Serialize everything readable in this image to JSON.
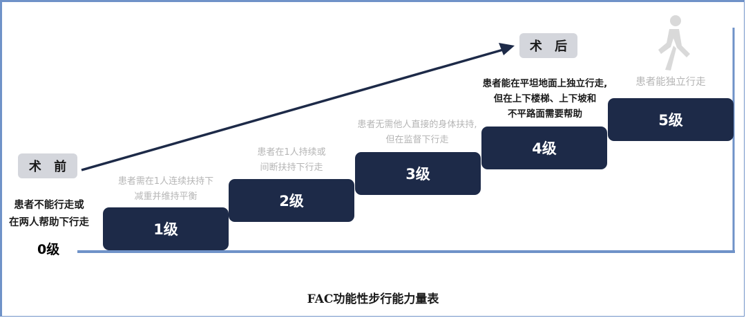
{
  "title": "FAC功能性步行能力量表",
  "pre_tag": "术 前",
  "post_tag": "术 后",
  "level0": {
    "label": "0级",
    "desc_line1": "患者不能行走或",
    "desc_line2": "在两人帮助下行走"
  },
  "levels": [
    {
      "label": "1级",
      "desc_line1": "患者需在1人连续扶持下",
      "desc_line2": "减重并维持平衡"
    },
    {
      "label": "2级",
      "desc_line1": "患者在1人持续或",
      "desc_line2": "间断扶持下行走"
    },
    {
      "label": "3级",
      "desc_line1": "患者无需他人直接的身体扶持,",
      "desc_line2": "但在监督下行走"
    },
    {
      "label": "4级",
      "desc_line1": "患者能在平坦地面上独立行走,",
      "desc_line2": "但在上下楼梯、上下坡和",
      "desc_line3": "不平路面需要帮助"
    },
    {
      "label": "5级",
      "desc_line1": "患者能独立行走"
    }
  ],
  "icons": {
    "walker": "walking-person-icon",
    "arrow": "progress-arrow"
  },
  "colors": {
    "step": "#1d2a48",
    "accent": "#6f92c8",
    "tag": "#d4d6dc",
    "muted": "#b5b5b5"
  }
}
